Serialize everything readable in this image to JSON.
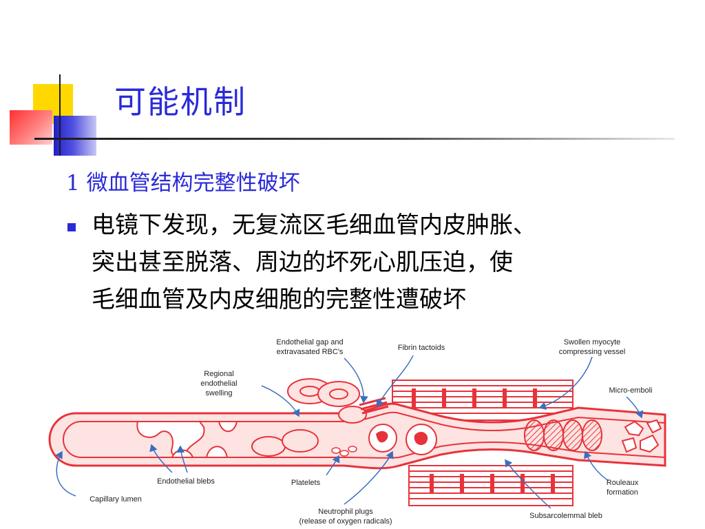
{
  "slide": {
    "title": "可能机制",
    "subtitle": "1 微血管结构完整性破坏",
    "bullet_lines": [
      "电镜下发现，无复流区毛细血管内皮肿胀、",
      "突出甚至脱落、周边的坏死心肌压迫，使",
      "毛细血管及内皮细胞的完整性遭破坏"
    ]
  },
  "diagram": {
    "labels": {
      "gap_1": "Endothelial gap and",
      "gap_2": "extravasated RBC's",
      "fibrin": "Fibrin tactoids",
      "myocyte_1": "Swollen myocyte",
      "myocyte_2": "compressing vessel",
      "regional_1": "Regional",
      "regional_2": "endothelial",
      "regional_3": "swelling",
      "emboli": "Micro-emboli",
      "blebs": "Endothelial blebs",
      "platelets": "Platelets",
      "rouleaux_1": "Rouleaux",
      "rouleaux_2": "formation",
      "lumen": "Capillary lumen",
      "neutro_1": "Neutrophil plugs",
      "neutro_2": "(release of oxygen radicals)",
      "subsarc": "Subsarcolemmal bleb"
    }
  },
  "colors": {
    "title_blue": "#2a2ad8",
    "vessel_red": "#e8323a",
    "vessel_fill": "#fde3e1",
    "accent_yellow": "#ffd800"
  }
}
